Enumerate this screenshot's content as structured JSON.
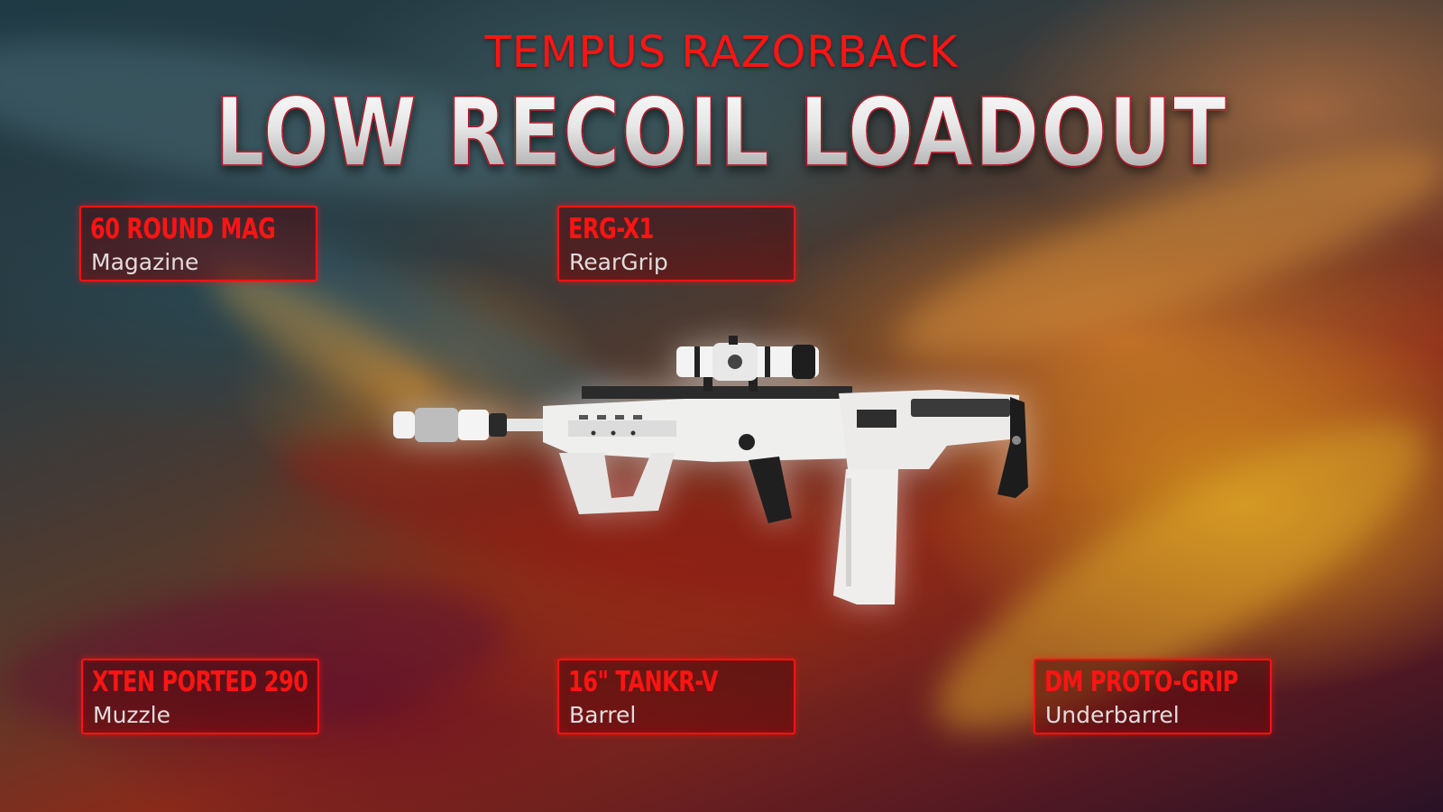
{
  "header": {
    "weapon_name": "TEMPUS RAZORBACK",
    "loadout_title": "LOW RECOIL LOADOUT"
  },
  "colors": {
    "accent_red": "#ff1414",
    "card_border": "#ff1212",
    "slot_text": "#e2dcdc"
  },
  "weapon_image": {
    "icon": "rifle-icon",
    "description": "White Tempus Razorback rifle with scope, suppressor, foregrip and extended magazine"
  },
  "attachments": [
    {
      "name": "60 ROUND MAG",
      "slot": "Magazine"
    },
    {
      "name": "ERG-X1",
      "slot": "RearGrip"
    },
    {
      "name": "XTEN PORTED 290",
      "slot": "Muzzle"
    },
    {
      "name": "16\" TANKR-V",
      "slot": "Barrel"
    },
    {
      "name": "DM PROTO-GRIP",
      "slot": "Underbarrel"
    }
  ]
}
